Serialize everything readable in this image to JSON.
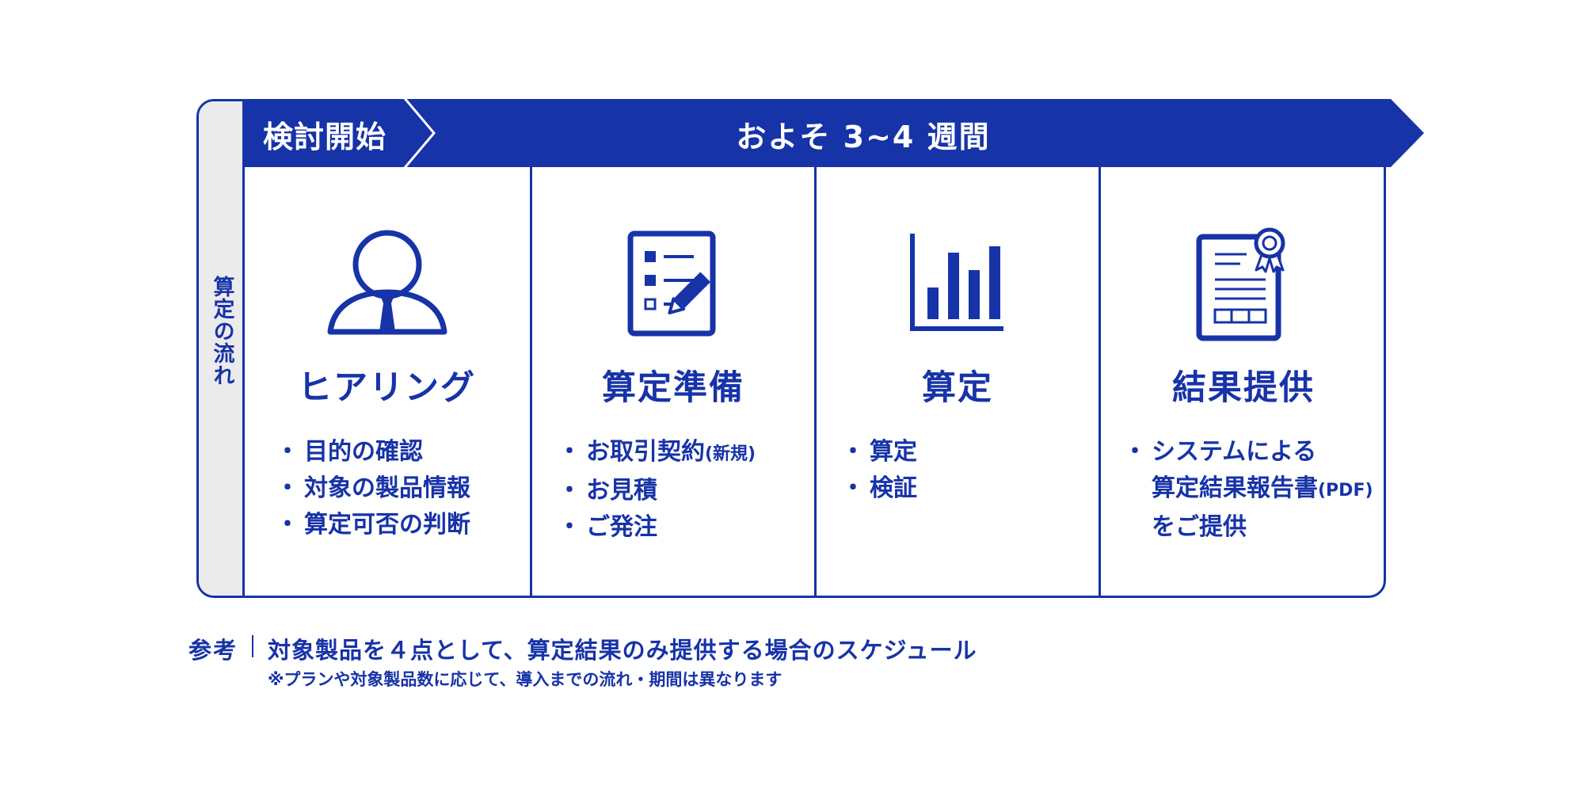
{
  "flow": {
    "side_label": "算定の流れ",
    "start_label": "検討開始",
    "duration_label": "およそ 3~4 週間"
  },
  "steps": [
    {
      "icon": "person-icon",
      "title": "ヒアリング",
      "items": [
        "目的の確認",
        "対象の製品情報",
        "算定可否の判断"
      ]
    },
    {
      "icon": "checklist-icon",
      "title": "算定準備",
      "items": [
        "お取引契約",
        "お見積",
        "ご発注"
      ],
      "item_note": "(新規)"
    },
    {
      "icon": "bar-chart-icon",
      "title": "算定",
      "items": [
        "算定",
        "検証"
      ]
    },
    {
      "icon": "certificate-icon",
      "title": "結果提供",
      "items": [
        "システムによる"
      ],
      "continuation": [
        "算定結果報告書",
        "をご提供"
      ],
      "continuation_note": "(PDF)"
    }
  ],
  "note": {
    "label": "参考",
    "text": "対象製品を４点として、算定結果のみ提供する場合のスケジュール",
    "sub": "※プランや対象製品数に応じて、導入までの流れ・期間は異なります"
  },
  "colors": {
    "primary": "#1733a8",
    "side_bg": "#ebebeb",
    "background": "#ffffff"
  }
}
